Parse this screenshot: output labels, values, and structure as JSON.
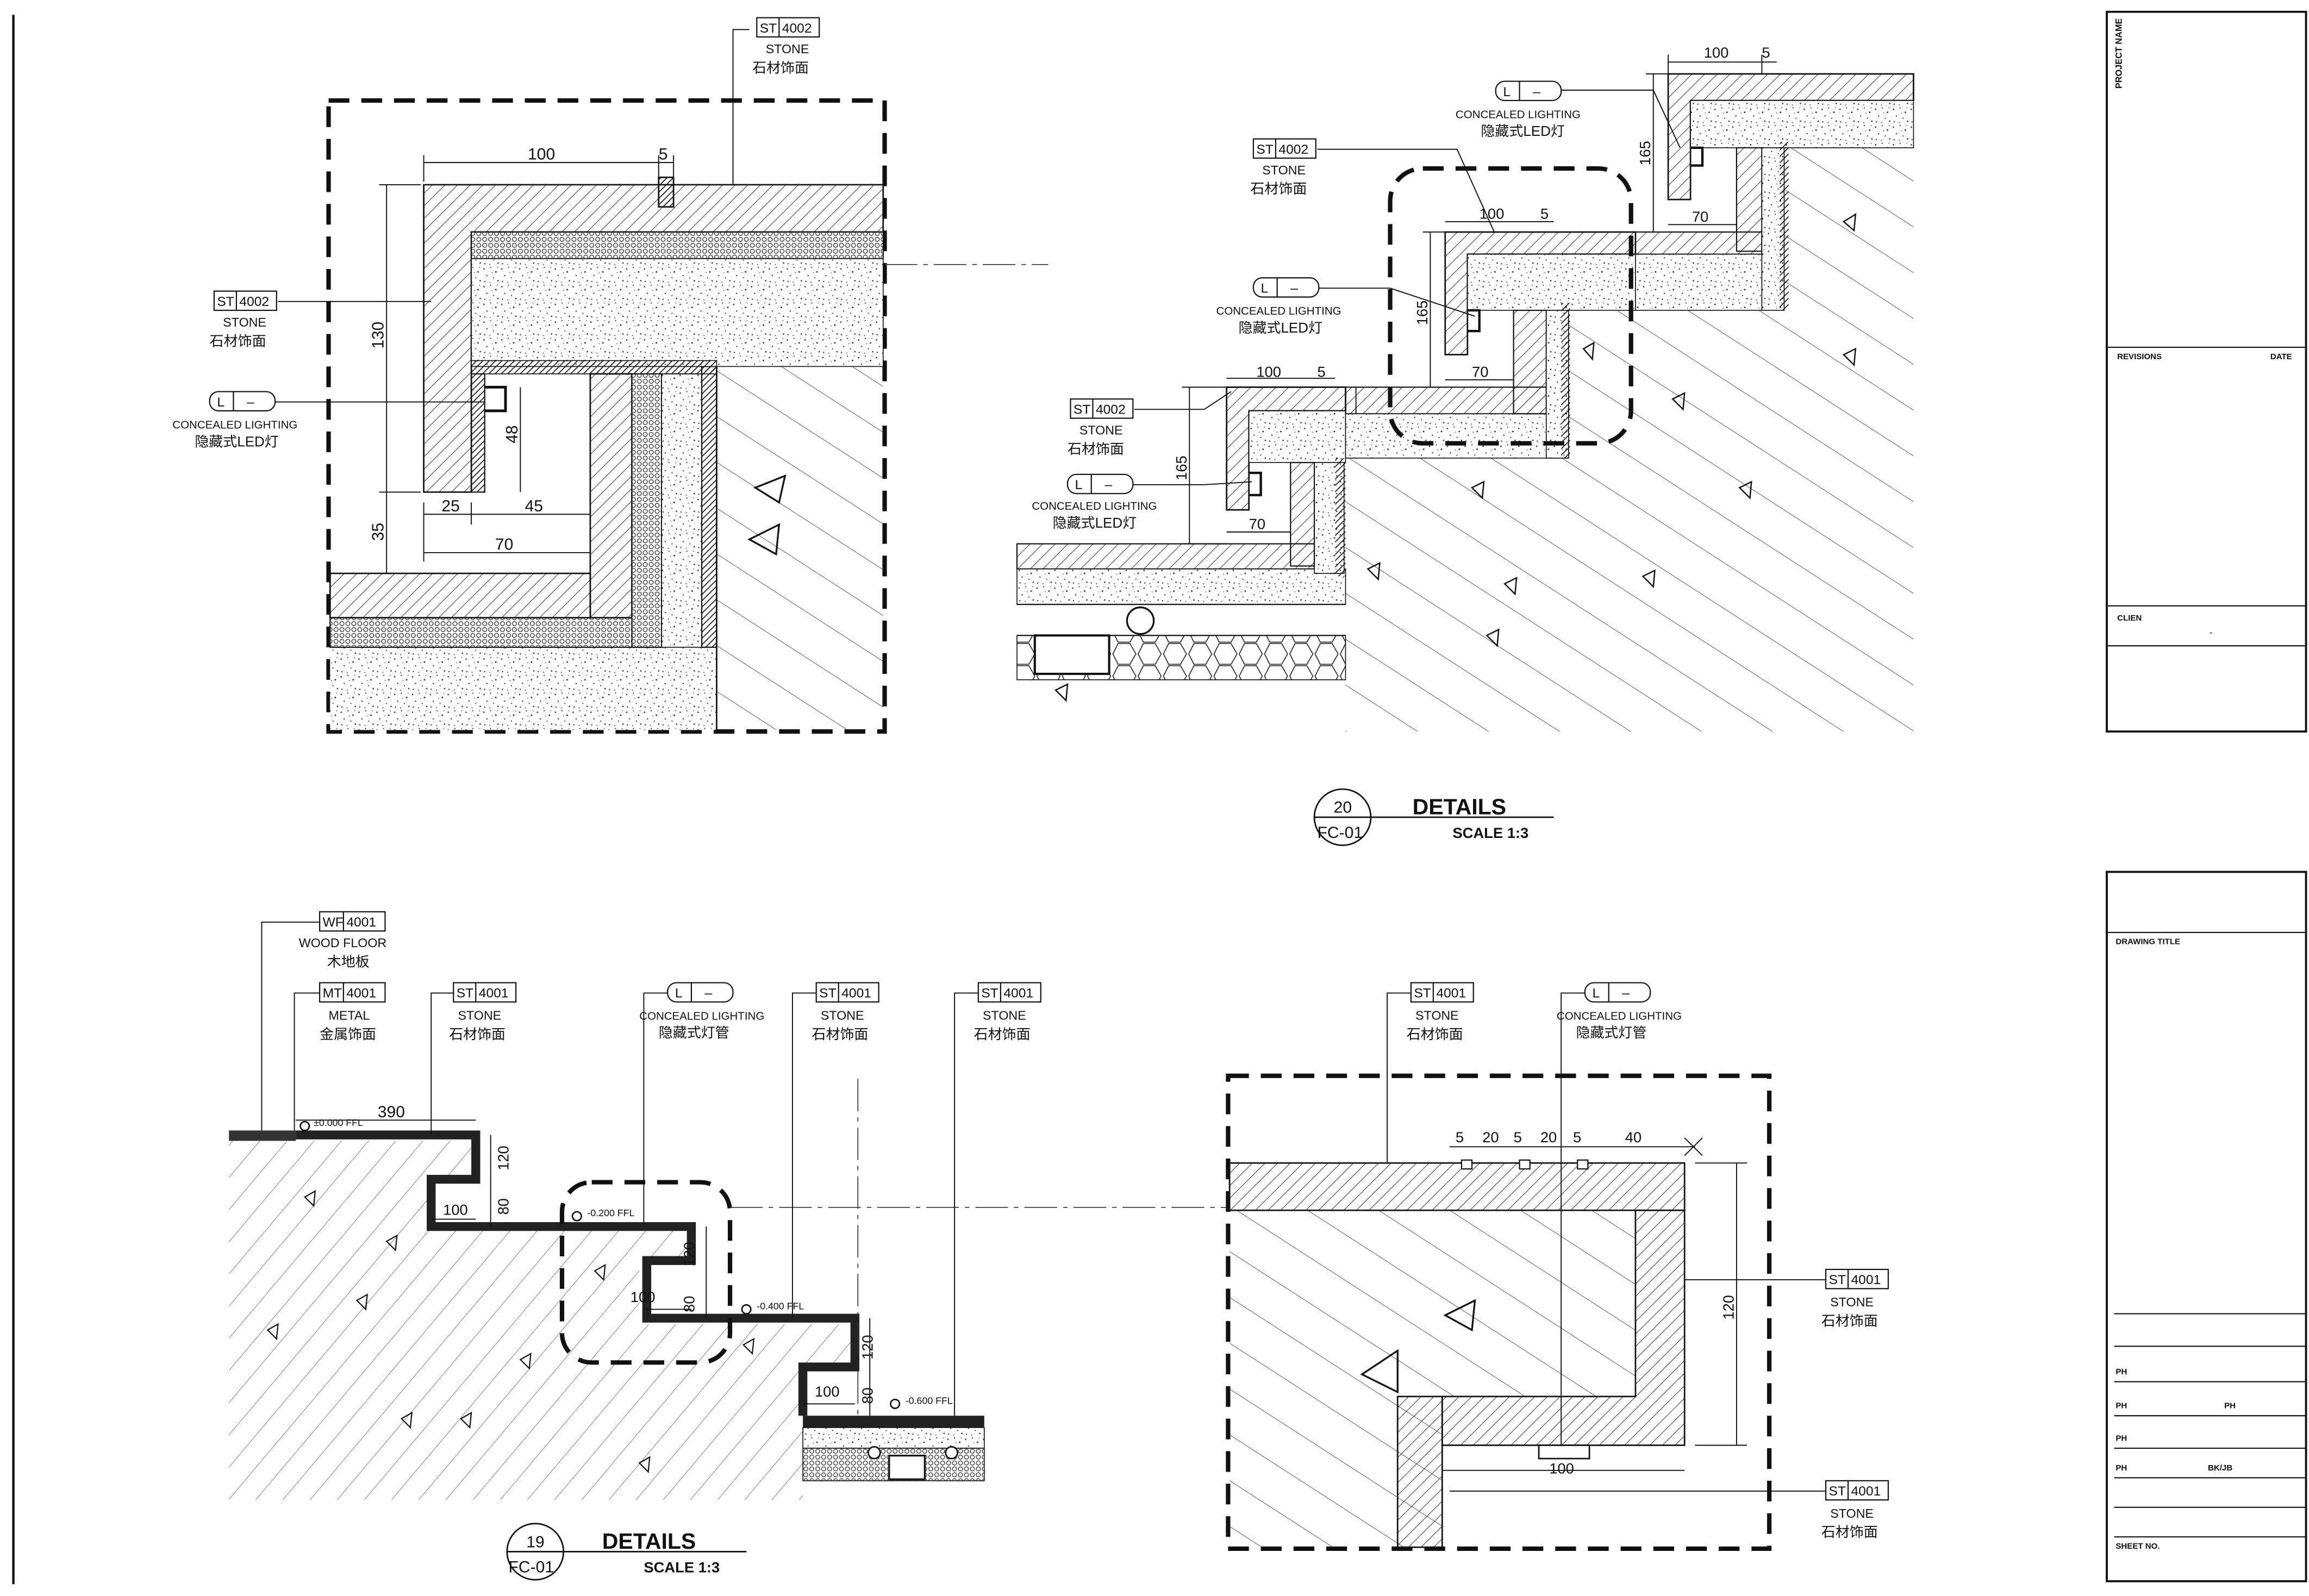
{
  "tags": {
    "st4002": {
      "code": "ST",
      "num": "4002",
      "en": "STONE",
      "cn": "石材饰面"
    },
    "st4001": {
      "code": "ST",
      "num": "4001",
      "en": "STONE",
      "cn": "石材饰面"
    },
    "wf4001": {
      "code": "WF",
      "num": "4001",
      "en": "WOOD FLOOR",
      "cn": "木地板"
    },
    "mt4001": {
      "code": "MT",
      "num": "4001",
      "en": "METAL",
      "cn": "金属饰面"
    },
    "led": {
      "code": "L",
      "num": "–",
      "en": "CONCEALED LIGHTING",
      "cn": "隐藏式LED灯"
    },
    "tube": {
      "code": "L",
      "num": "–",
      "en": "CONCEALED LIGHTING",
      "cn": "隐藏式灯管"
    }
  },
  "dims": {
    "d100": "100",
    "d5": "5",
    "d130": "130",
    "d48": "48",
    "d25": "25",
    "d45": "45",
    "d70": "70",
    "d35": "35",
    "d165": "165",
    "d390": "390",
    "d120": "120",
    "d80": "80",
    "d20": "20",
    "d40": "40"
  },
  "levels": {
    "l0": "±0.000 FFL",
    "l200": "-0.200 FFL",
    "l400": "-0.400 FFL",
    "l600": "-0.600 FFL"
  },
  "callouts": {
    "c20": {
      "num": "20",
      "sheet": "FC-01",
      "title": "DETAILS",
      "scale": "SCALE  1:3"
    },
    "c19": {
      "num": "19",
      "sheet": "FC-01",
      "title": "DETAILS",
      "scale": "SCALE  1:3"
    }
  },
  "title_block": {
    "project_name": "PROJECT NAME",
    "revisions": "REVISIONS",
    "date": "DATE",
    "client": "CLIEN",
    "client_value": "-",
    "drawing_title": "DRAWING TITLE",
    "ph": "PH",
    "bkjb": "BK/JB",
    "sheet_no": "SHEET NO."
  }
}
